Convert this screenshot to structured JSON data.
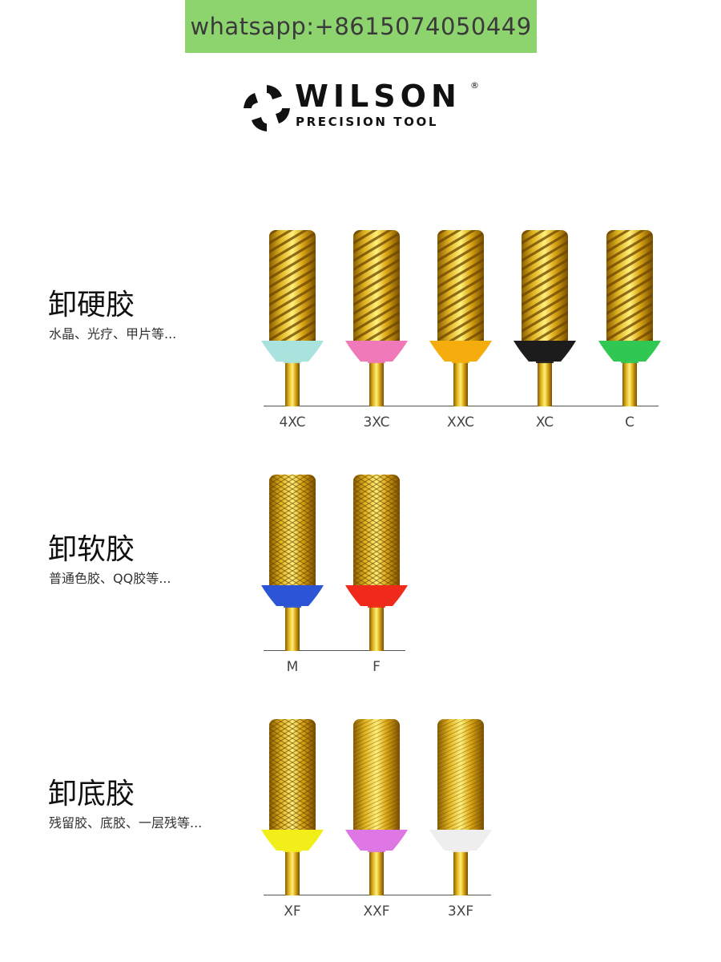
{
  "contact": {
    "text": "whatsapp:+8615074050449"
  },
  "brand": {
    "name": "WILSON",
    "tagline": "PRECISION TOOL",
    "registered": "®",
    "logo_icon": "swirl-blade-logo"
  },
  "groups": [
    {
      "title": "卸硬胶",
      "subtitle": "水晶、光疗、甲片等...",
      "bits": [
        {
          "label": "4XC",
          "collar_color": "#a9e3dd",
          "pattern": "spiral"
        },
        {
          "label": "3XC",
          "collar_color": "#f07ab9",
          "pattern": "spiral"
        },
        {
          "label": "XXC",
          "collar_color": "#f5ad0e",
          "pattern": "spiral"
        },
        {
          "label": "XC",
          "collar_color": "#1c1c1c",
          "pattern": "spiral"
        },
        {
          "label": "C",
          "collar_color": "#31c753",
          "pattern": "spiral"
        }
      ]
    },
    {
      "title": "卸软胶",
      "subtitle": "普通色胶、QQ胶等...",
      "bits": [
        {
          "label": "M",
          "collar_color": "#2b55d6",
          "pattern": "knurl"
        },
        {
          "label": "F",
          "collar_color": "#f02a1a",
          "pattern": "knurl"
        }
      ]
    },
    {
      "title": "卸底胶",
      "subtitle": "残留胶、底胶、一层残等...",
      "bits": [
        {
          "label": "XF",
          "collar_color": "#f2ee1a",
          "pattern": "knurl"
        },
        {
          "label": "XXF",
          "collar_color": "#de77e4",
          "pattern": "fine"
        },
        {
          "label": "3XF",
          "collar_color": "#eeeeee",
          "pattern": "fine"
        }
      ]
    }
  ]
}
